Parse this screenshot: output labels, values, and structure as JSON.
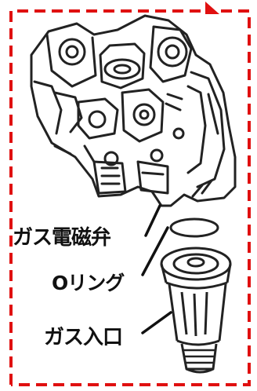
{
  "labels": {
    "gas_solenoid_valve": "ガス電磁弁",
    "o_ring": "Oリング",
    "gas_inlet": "ガス入口"
  },
  "colors": {
    "frame_dash": "#e01010",
    "line_art": "#222222",
    "label_text": "#111111"
  }
}
